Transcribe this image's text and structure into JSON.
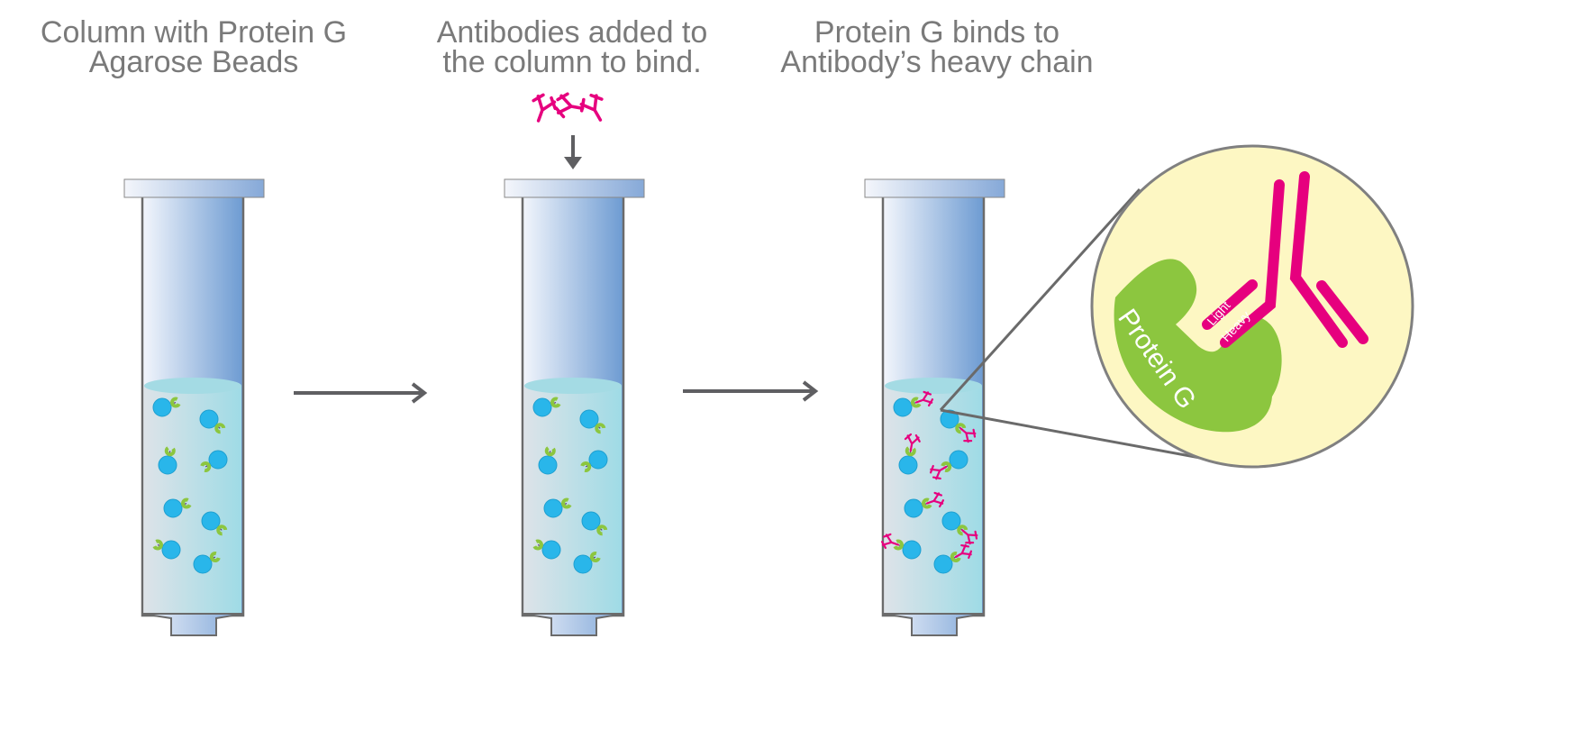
{
  "captions": [
    {
      "line1": "Column with Protein G",
      "line2": "Agarose Beads"
    },
    {
      "line1": "Antibodies added to",
      "line2": "the column to bind."
    },
    {
      "line1": "Protein G binds to",
      "line2": "Antibody’s heavy chain"
    }
  ],
  "inset": {
    "protein_label": "Protein G",
    "light_label": "Light",
    "heavy_label": "Heavy"
  },
  "colors": {
    "bead": "#29b6ea",
    "protein_g": "#8cc63f",
    "antibody": "#e6007e",
    "inset_bg": "#fdf7c3",
    "arrow": "#5f5f62",
    "text": "#7a7a7a"
  }
}
